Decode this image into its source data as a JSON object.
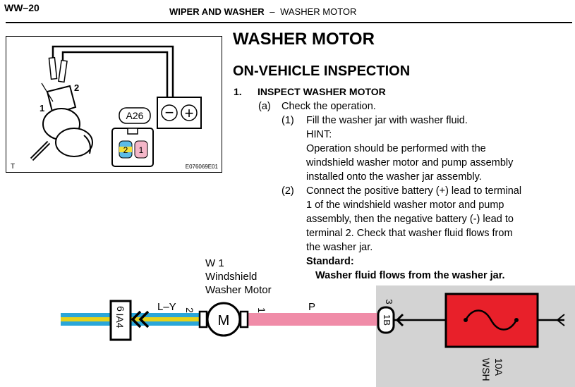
{
  "header": {
    "page_code": "WW–20",
    "section": "WIPER AND WASHER",
    "dash": "–",
    "subsection": "WASHER MOTOR"
  },
  "title": "WASHER MOTOR",
  "subtitle": "ON-VEHICLE INSPECTION",
  "step": {
    "number": "1.",
    "label": "INSPECT WASHER MOTOR"
  },
  "sub_a": {
    "marker": "(a)",
    "text": "Check the operation."
  },
  "item1": {
    "marker": "(1)",
    "text": "Fill the washer jar with washer fluid.",
    "hint_label": "HINT:",
    "hint_lines": [
      "Operation should be performed with the",
      "windshield washer motor and pump assembly",
      "installed onto the washer jar assembly."
    ]
  },
  "item2": {
    "marker": "(2)",
    "lines": [
      "Connect the positive battery (+) lead to terminal",
      "1 of the windshield washer motor and pump",
      "assembly, then the negative battery (-) lead to",
      "terminal 2. Check that washer fluid flows from",
      "the washer jar."
    ],
    "standard_label": "Standard:",
    "standard_text": "Washer fluid flows from the washer jar."
  },
  "figure": {
    "callout_1": "1",
    "callout_2": "2",
    "connector_id": "A26",
    "pin_1": "1",
    "pin_2": "2",
    "minus": "−",
    "plus": "+",
    "corner_mark": "T",
    "image_code": "E076069E01"
  },
  "wiring": {
    "component_id": "W 1",
    "component_name_1": "Windshield",
    "component_name_2": "Washer Motor",
    "motor_letter": "M",
    "motor_pin_in": "2",
    "motor_pin_out": "1",
    "wire_color_left": "L–Y",
    "wire_color_right": "P",
    "left_connector": "IA4",
    "left_connector_pin": "6",
    "right_connector": "1B",
    "right_connector_pin": "3",
    "fuse_rating": "10A",
    "fuse_name": "WSH"
  },
  "colors": {
    "wire_pink": "#f08ca8",
    "wire_blue": "#2aa6d9",
    "wire_yellow": "#e6d21a",
    "fuse_red": "#e8202a",
    "junction_gray": "#d3d3d3"
  }
}
